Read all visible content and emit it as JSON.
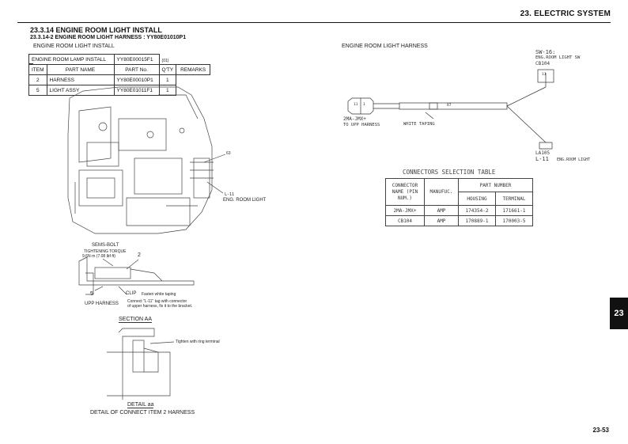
{
  "header": {
    "title": "23.  ELECTRIC SYSTEM"
  },
  "section": {
    "title": "23.3.14 ENGINE ROOM LIGHT INSTALL",
    "subtitle": "23.3.14-2 ENGINE ROOM LIGHT HARNESS : YY80E01010P1"
  },
  "left_panel": {
    "heading": "ENGINE ROOM LIGHT INSTALL",
    "assembly": {
      "name": "ENGINE ROOM LAMP INSTALL",
      "part_no": "YY80E00015F1",
      "rev": "(01)"
    },
    "columns": [
      "ITEM",
      "PART NAME",
      "PART No.",
      "Q'TY",
      "REMARKS"
    ],
    "rows": [
      {
        "item": "2",
        "name": "HARNESS",
        "part_no": "YY80E00010P1",
        "qty": "1",
        "remarks": ""
      },
      {
        "item": "5",
        "name": "LIGHT ASSY",
        "part_no": "YY80E01011F1",
        "qty": "1",
        "remarks": ""
      }
    ],
    "callouts": {
      "c63": "63",
      "l11": "L-11",
      "eng_room_light": "ENG. ROOM LIGHT",
      "sems_bolt": "SEMS-BOLT",
      "torque_label": "TIGHTENING TORQUE",
      "torque_value": "9.6N·m (7.08 lbf·ft)",
      "item2": "2",
      "item5": "5",
      "clip": "CLIP",
      "clip_note": "Fasten white taping",
      "upp_harness": "UPP HARNESS",
      "connect_note_1": "Connect \"L-11\" tag with connector",
      "connect_note_2": "of upper harness, fix it to the bracket.",
      "section_aa": "SECTION AA",
      "ring_terminal": "Tighten with ring terminal",
      "detail_aa": "DETAIL aa",
      "detail_title": "DETAIL OF CONNECT ITEM 2 HARNESS"
    }
  },
  "right_panel": {
    "heading": "ENGINE ROOM LIGHT HARNESS",
    "sw_label": "SW-16:",
    "sw_desc": "ENG.ROOM LIGHT SW",
    "cb_label": "CB104",
    "conn_left": "2MA-JMX+",
    "to_upp": "TO UPP HARNESS",
    "white_taping": "WHITE TAPING",
    "wire_no": "87",
    "la_label": "LA105",
    "l11_label": "L-11",
    "l11_desc": "ENG.ROOM LIGHT",
    "pin_a": "11",
    "pin_b": "1",
    "table": {
      "title": "CONNECTORS SELECTION TABLE",
      "col_connector": "CONNECTOR NAME (PIN NUM.)",
      "col_manuf": "MANUFUC.",
      "col_part": "PART NUMBER",
      "col_housing": "HOUSING",
      "col_terminal": "TERMINAL",
      "rows": [
        {
          "name": "2MA-JMX+",
          "manuf": "AMP",
          "housing": "174354-2",
          "terminal": "171661-1"
        },
        {
          "name": "CB104",
          "manuf": "AMP",
          "housing": "170889-1",
          "terminal": "170003-5"
        }
      ]
    }
  },
  "side_tab": "23",
  "page_number": "23-53"
}
